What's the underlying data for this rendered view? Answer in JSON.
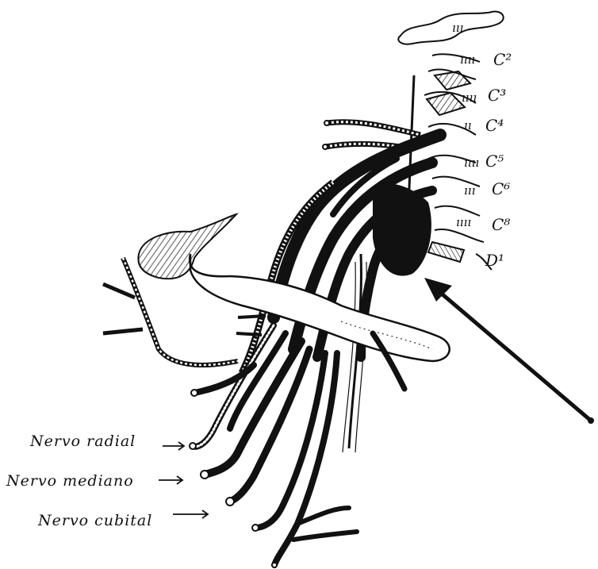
{
  "labels": {
    "radial": "Nervo radial",
    "mediano": "Nervo mediano",
    "cubital": "Nervo cubital"
  },
  "vertebrae": {
    "c2": "C²",
    "c3": "C³",
    "c4": "C⁴",
    "c5": "C⁵",
    "c6": "C⁶",
    "c8": "C⁸",
    "d1": "D¹"
  },
  "colors": {
    "ink": "#111111",
    "paper": "#ffffff"
  }
}
